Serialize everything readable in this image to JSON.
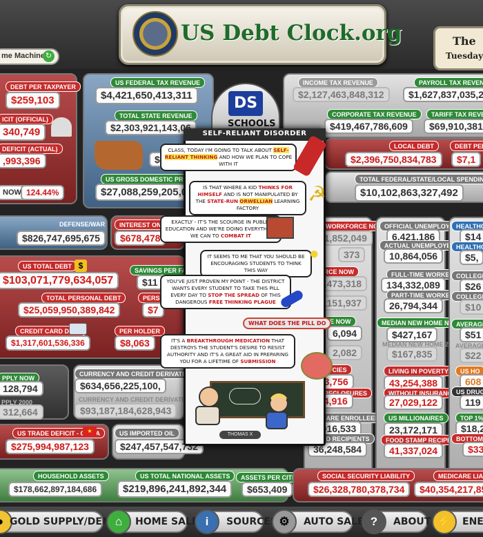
{
  "header": {
    "site_title": "US Debt Clock.org",
    "date_prefix": "The",
    "date_day": "Tuesdays",
    "time_machine_label": "me Machine"
  },
  "left": {
    "debt_per_taxpayer_label": "DEBT PER TAXPAYER",
    "debt_per_taxpayer": "$259,103",
    "deficit_official_label": "ICIT (OFFICIAL)",
    "deficit_official": "340,749",
    "deficit_actual_label": "DEFICIT (ACTUAL)",
    "deficit_actual": ",993,396",
    "now_label": "NOW",
    "now_pct": "124.44%",
    "defense_label": "DEFENSE/WAR",
    "defense_value": "$826,747,695,675",
    "total_debt_label": "US TOTAL DEBT",
    "total_debt": "$103,071,779,634,057",
    "personal_debt_label": "TOTAL PERSONAL DEBT",
    "personal_debt": "$25,059,950,389,842",
    "credit_card_label": "CREDIT CARD DEBT",
    "credit_card": "$1,317,601,536,336",
    "per_holder_label": "PER HOLDER",
    "per_holder": "$8,063",
    "supply_now_label": "PPLY NOW",
    "supply_now": "128,794",
    "supply_2000_label": "PPLY 2000",
    "supply_2000": "312,664",
    "currency_label": "CURRENCY AND CREDIT DERIVATIVES",
    "currency_value": "$634,656,225,100,",
    "currency_2000_label": "CURRENCY AND CREDIT DERIVATIVES 2000",
    "currency_2000": "$93,187,184,628,943",
    "trade_label": "US TRADE DEFICIT - CHINA",
    "trade_value": "$275,994,987,123",
    "imported_oil_label": "US IMPORTED OIL",
    "imported_oil": "$247,457,547,732",
    "interest_label": "INTEREST ON DE",
    "interest_value": "$678,478",
    "savings_label": "SAVINGS PER FAMILY",
    "savings_value": "$11",
    "person_label": "PERSON",
    "person_value": "$7"
  },
  "center": {
    "fed_tax_label": "US FEDERAL TAX REVENUE",
    "fed_tax": "$4,421,650,413,311",
    "state_rev_label": "TOTAL STATE REVENUE",
    "state_rev": "$2,303,921,143,06",
    "gdp_label": "US GROSS DOMESTIC PRODU",
    "gdp": "$27,088,259,205,0",
    "bracket_value": "$"
  },
  "right": {
    "income_tax_label": "INCOME TAX REVENUE",
    "income_tax": "$2,127,463,848,312",
    "payroll_label": "PAYROLL TAX REVENUE",
    "payroll": "$1,627,837,035,294",
    "corp_label": "CORPORATE TAX REVENUE",
    "corp": "$419,467,786,609",
    "tariff_label": "TARIFF TAX REVE",
    "tariff": "$69,910,381,",
    "local_debt_label": "LOCAL DEBT",
    "local_debt": "$2,396,750,834,783",
    "debt_per_label": "DEBT PER C",
    "debt_per": "$7,1",
    "spending_label": "TOTAL FEDERAL/STATE/LOCAL SPENDING",
    "spending": "$10,102,863,327,492",
    "workforce_label": "US WORKFORCE NOW",
    "workforce": "161,852,049",
    "workforce_2000": "373",
    "official_unemp_label": "OFFICIAL UNEMPLOYED",
    "official_unemp": "6,421,186",
    "actual_unemp_label": "ACTUAL UNEMPLOYED",
    "actual_unemp": "10,864,056",
    "healthcare_label": "HEALTHCA",
    "healthcare": "$14",
    "healthcare2_label": "HEALTHCAR",
    "healthcare2": "$5,",
    "labor_force_label": "FORCE NOW",
    "labor_force": "99,473,318",
    "labor_2000": "82,151,937",
    "full_time_label": "FULL-TIME WORKERS",
    "full_time": "134,332,089",
    "part_time_label": "PART-TIME WORKERS",
    "part_time": "26,794,344",
    "college_label": "COLLEGE TU",
    "college": "$26",
    "college2_label": "COLLEGE TU",
    "college2": "$10",
    "income_now_label": "COME NOW",
    "income_now": "6,094",
    "income_2000": "2,082",
    "median_home_label": "MEDIAN NEW HOME NOW",
    "median_home": "$427,167",
    "median_home_2000_label": "MEDIAN NEW HOME 2000",
    "median_home_2000": "$167,835",
    "avg_new_label": "AVERAGE NE",
    "avg_new": "$51",
    "avg_new2_label": "AVERAGE NE",
    "avg_new2": "$22",
    "bankruptcies_label": "RUPTCIES",
    "bankruptcies": "393,756",
    "foreclosures_label": "FORECLOSURES",
    "foreclosures": "114,916",
    "poverty_label": "LIVING IN POVERTY",
    "poverty": "43,254,388",
    "uninsured_label": "WITHOUT INSURANCE",
    "uninsured": "27,029,122",
    "us_ho_label": "US HO",
    "us_ho": "608",
    "us_drug_label": "US DRUG",
    "us_drug": "119",
    "medicare_enroll_label": "DICARE ENROLLEES",
    "medicare_enroll": "4,016,533",
    "medicaid_label": "CAID RECIPIENTS",
    "medicaid": "36,248,584",
    "millionaires_label": "US MILLIONAIRES",
    "millionaires": "23,172,171",
    "food_stamp_label": "FOOD STAMP RECIPIENTS",
    "food_stamp": "41,337,024",
    "top1_label": "TOP 1%",
    "top1": "$18,20",
    "bottom_label": "BOTTOM 5",
    "bottom": "$33"
  },
  "bottom": {
    "household_label": "HOUSEHOLD ASSETS",
    "household": "$178,662,897,184,686",
    "national_label": "US TOTAL NATIONAL ASSETS",
    "national": "$219,896,241,892,344",
    "per_citizen_label": "ASSETS PER CITIZEN",
    "per_citizen": "$653,409",
    "ss_label": "SOCIAL SECURITY LIABILITY",
    "ss": "$26,328,780,378,734",
    "medicare_label": "MEDICARE LIABILIT",
    "medicare": "$40,354,217,85"
  },
  "comic": {
    "logo": "DS",
    "schools": "SCHOOLS",
    "title": "SELF-RELIANT DISORDER",
    "b1_a": "CLASS, TODAY I'M GOING TO TALK ABOUT",
    "b1_hi": "SELF-RELIANT THINKING",
    "b1_b": "AND HOW WE PLAN TO COPE WITH IT",
    "b2_a": "IS THAT WHERE A KID",
    "b2_em1": "THINKS FOR HIMSELF",
    "b2_b": "AND IS NOT MANIPULATED BY THE",
    "b2_em2": "STATE-RUN",
    "b2_hi": "ORWELLIAN",
    "b2_c": "LEARNING FACTORY",
    "b3_a": "EXACTLY - IT'S THE SCOURGE IN PUBLIC EDUCATION AND WE'RE DOING EVERYTHING WE CAN TO",
    "b3_em": "COMBAT IT",
    "b4": "IT SEEMS TO ME THAT YOU SHOULD BE ENCOURAGING STUDENTS TO THINK THIS WAY",
    "b5_a": "YOU'VE JUST PROVEN MY POINT - THE DISTRICT WANTS EVERY STUDENT TO TAKE THIS PILL EVERY DAY TO",
    "b5_em1": "STOP THE SPREAD",
    "b5_b": "OF THIS DANGEROUS",
    "b5_em2": "FREE THINKING PLAGUE",
    "q": "WHAT DOES THE PILL DO",
    "b6_a": "IT'S A",
    "b6_em1": "BREAKTHROUGH MEDICATION",
    "b6_b": "THAT DESTROYS THE STUDENT'S DESIRE TO RESIST AUTHORITY AND IT'S A GREAT AID IN PREPARING YOU FOR A LIFETIME OF",
    "b6_em2": "SUBMISSION",
    "signature": "THOMAS X"
  },
  "footer": {
    "gold": "GOLD SUPPLY/DEMAND",
    "home": "HOME SALES",
    "sources": "SOURCES",
    "auto": "AUTO SALES",
    "about": "ABOUT",
    "energy": "ENER"
  },
  "colors": {
    "label_green": "#2e8a37",
    "label_red": "#c62b2b",
    "value_red": "#d11b1b",
    "title_green": "#1f6b2a"
  },
  "icons": [
    "seal-icon",
    "refresh-icon",
    "us-map-icon",
    "capitol-icon",
    "dollar-warning-icon",
    "credit-card-icon",
    "china-flag-icon",
    "gold-icon",
    "house-icon",
    "info-icon",
    "gear-icon",
    "question-icon",
    "lightning-icon"
  ]
}
